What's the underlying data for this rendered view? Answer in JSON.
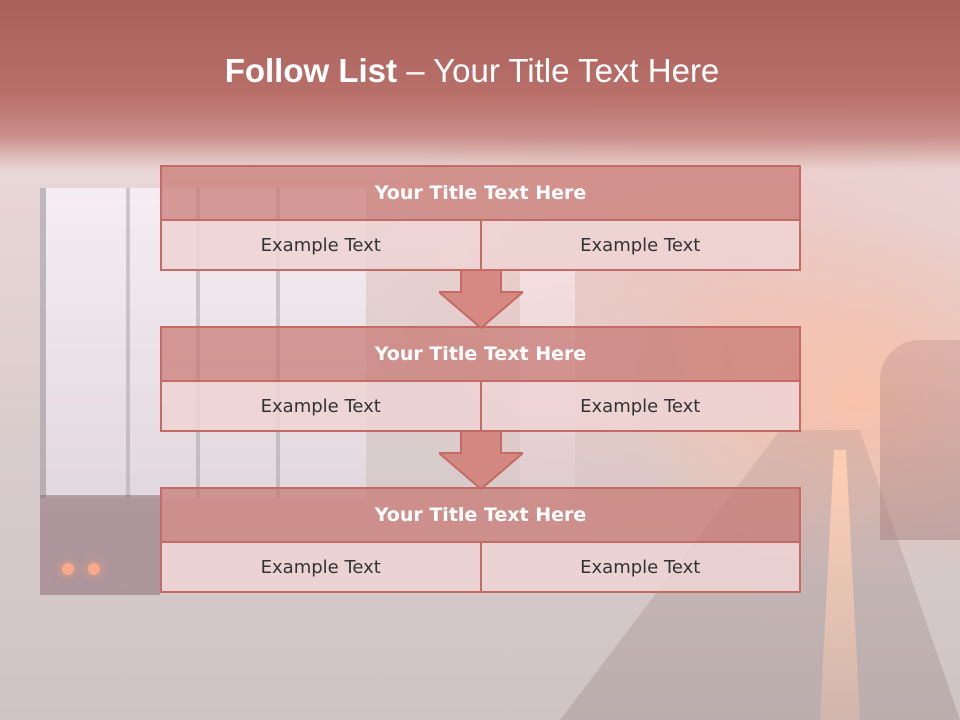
{
  "slide": {
    "title_bold": "Follow List",
    "title_rest": " – Your Title Text Here",
    "accent_color": "#c56b66",
    "header_fill": "#c97873",
    "cell_fill": "#eed4d4"
  },
  "blocks": [
    {
      "title": "Your Title Text Here",
      "cells": [
        "Example Text",
        "Example Text"
      ]
    },
    {
      "title": "Your Title Text Here",
      "cells": [
        "Example Text",
        "Example Text"
      ]
    },
    {
      "title": "Your Title Text Here",
      "cells": [
        "Example Text",
        "Example Text"
      ]
    }
  ],
  "icons": {
    "connector": "down-arrow-icon"
  }
}
